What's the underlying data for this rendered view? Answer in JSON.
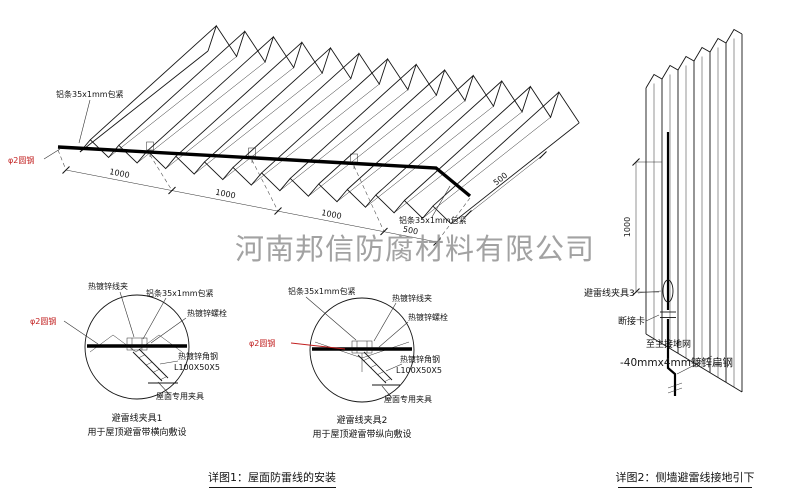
{
  "watermark": "河南邦信防腐材料有限公司",
  "colors": {
    "ink": "#151515",
    "red": "#c22020",
    "watermark": "#8e8e8e"
  },
  "roof": {
    "label_strip_top": "铝条35x1mm包紧",
    "label_strip_bottom": "铝条35x1mm包紧",
    "label_rod": "φ2圆钢",
    "dims": [
      "1000",
      "1000",
      "1000",
      "500"
    ],
    "dim_side": "500"
  },
  "clamp_detail_1": {
    "labels": {
      "wire_clip": "热镀锌线夹",
      "strip": "铝条35x1mm包紧",
      "bolt": "热镀锌螺栓",
      "rod": "φ2圆钢",
      "angle_steel": "热镀锌角钢",
      "angle_spec": "L100X50X5",
      "roof_fixture": "屋面专用夹具"
    },
    "title": "避雷线夹具1",
    "subtitle": "用于屋顶避雷带横向敷设"
  },
  "clamp_detail_2": {
    "labels": {
      "wire_clip": "热镀锌线夹",
      "strip": "铝条35x1mm包紧",
      "bolt": "热镀锌螺栓",
      "rod": "φ2圆钢",
      "angle_steel": "热镀锌角钢",
      "angle_spec": "L100X50X5",
      "roof_fixture": "屋面专用夹具"
    },
    "title": "避雷线夹具2",
    "subtitle": "用于屋顶避雷带纵向敷设"
  },
  "wall": {
    "dim": "1000",
    "label_clamp": "避雷线夹具3",
    "label_disconnect": "断接卡",
    "label_to_ground": "至主接地网",
    "label_flat_steel": "-40mmx4mm镀锌扁钢"
  },
  "captions": {
    "detail1": "详图1：屋面防雷线的安装",
    "detail2": "详图2：侧墙避雷线接地引下"
  }
}
